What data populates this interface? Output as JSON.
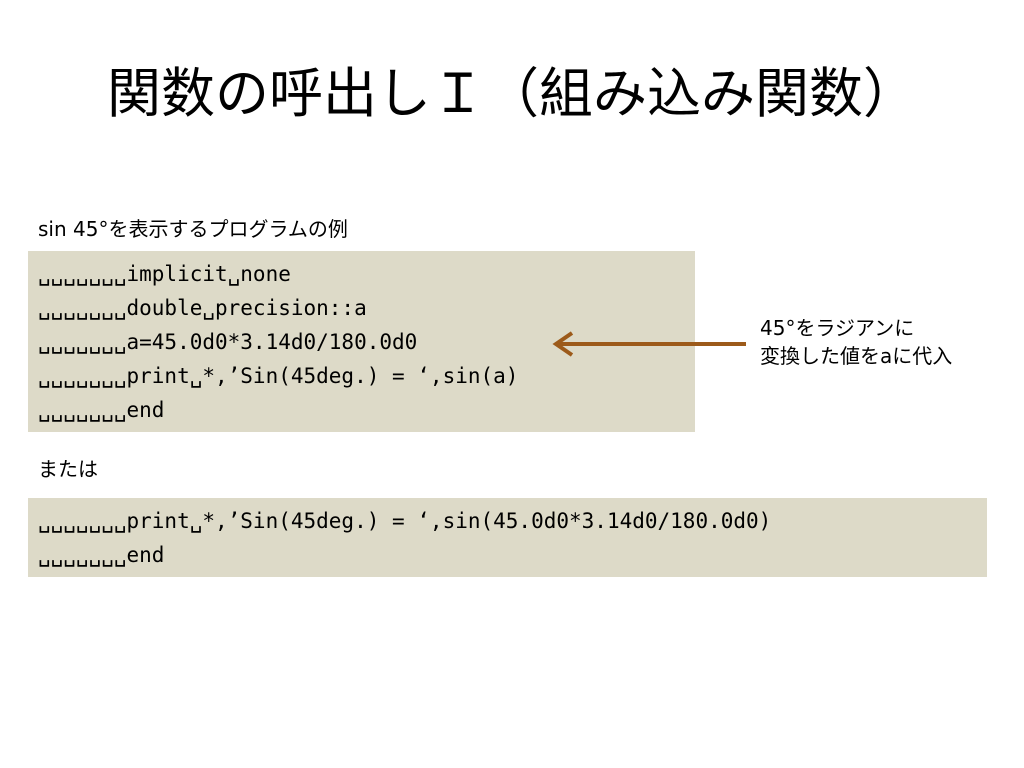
{
  "slide": {
    "title": "関数の呼出しＩ（組み込み関数）"
  },
  "section1": {
    "caption": "sin 45°を表示するプログラムの例",
    "code_lines": [
      "␣␣␣␣␣␣␣implicit␣none",
      "␣␣␣␣␣␣␣double␣precision::a",
      "␣␣␣␣␣␣␣a=45.0d0*3.14d0/180.0d0",
      "␣␣␣␣␣␣␣print␣*,’Sin(45deg.) = ‘,sin(a)",
      "␣␣␣␣␣␣␣end"
    ]
  },
  "annotation": {
    "line1": "45°をラジアンに",
    "line2": "変換した値をaに代入",
    "arrow_color": "#9c5a1a"
  },
  "section2": {
    "caption": "または",
    "code_lines": [
      "␣␣␣␣␣␣␣print␣*,’Sin(45deg.) = ‘,sin(45.0d0*3.14d0/180.0d0)",
      "␣␣␣␣␣␣␣end"
    ]
  },
  "colors": {
    "code_background": "#dddac8",
    "text": "#000000"
  }
}
